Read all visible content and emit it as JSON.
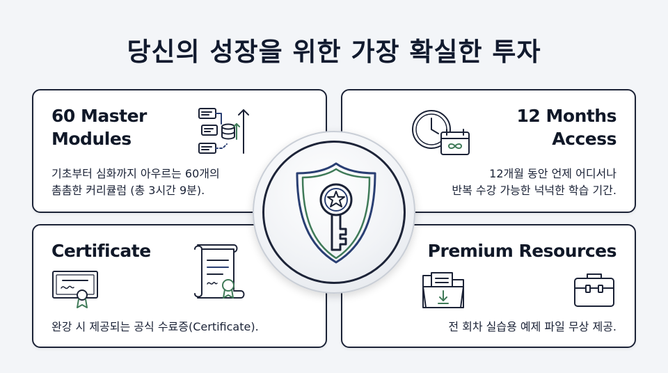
{
  "title": "당신의 성장을 위한 가장 확실한 투자",
  "colors": {
    "ink": "#111a2e",
    "accent_green": "#3f7a58",
    "accent_blue": "#2a3f73",
    "background": "#f3f5f8"
  },
  "center": {
    "icon": "shield-key-star-icon"
  },
  "cards": {
    "modules": {
      "heading": "60 Master\nModules",
      "description": "기초부터 심화까지 아우르는 60개의\n촘촘한 커리큘럼 (총 3시간 9분).",
      "icon": "flowchart-database-icon"
    },
    "access": {
      "heading": "12 Months\nAccess",
      "description": "12개월 동안 언제 어디서나\n반복 수강 가능한 넉넉한 학습 기간.",
      "icon": "clock-infinity-calendar-icon"
    },
    "certificate": {
      "heading": "Certificate",
      "description": "완강 시 제공되는 공식 수료증(Certificate).",
      "icon": "certificate-scroll-icon"
    },
    "resources": {
      "heading": "Premium Resources",
      "description": "전 회차 실습용 예제 파일 무상 제공.",
      "icon": "folder-briefcase-icon"
    }
  }
}
